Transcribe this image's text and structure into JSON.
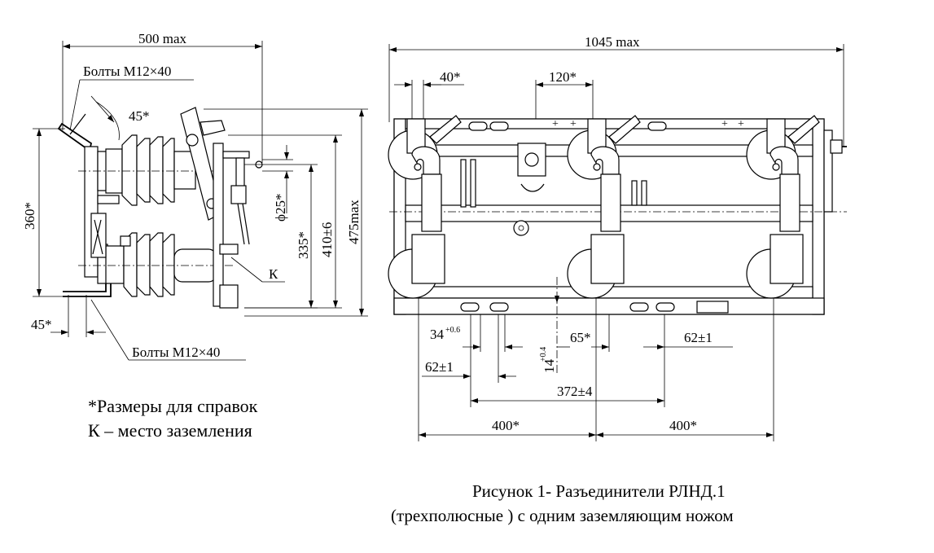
{
  "left_view": {
    "dim_width": "500 max",
    "bolts_top": "Болты М12×40",
    "angle_top": "45*",
    "dim_height_left": "360*",
    "dim_diameter": "ϕ25*",
    "dim_335": "335*",
    "dim_410": "410±6",
    "dim_475": "475max",
    "ground_label": "К",
    "angle_bottom": "45*",
    "bolts_bottom": "Болты М12×40"
  },
  "right_view": {
    "dim_width": "1045 max",
    "dim_40": "40*",
    "dim_120": "120*",
    "dim_34": "34",
    "dim_34_tol": "+0.6",
    "dim_14": "14",
    "dim_14_tol": "+0.4",
    "dim_65": "65*",
    "dim_62_right": "62±1",
    "dim_62_left": "62±1",
    "dim_372": "372±4",
    "dim_400_left": "400*",
    "dim_400_right": "400*"
  },
  "notes": {
    "line1": "*Размеры для справок",
    "line2": "К – место заземления"
  },
  "caption": {
    "line1": "Рисунок 1- Разъединители РЛНД.1",
    "line2": "(трехполюсные ) с одним заземляющим ножом"
  }
}
